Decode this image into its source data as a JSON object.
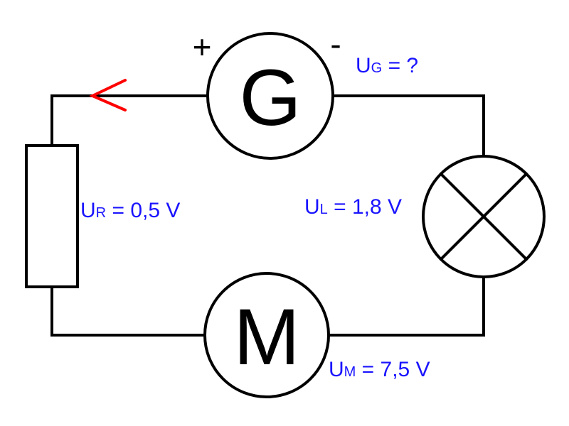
{
  "generator": {
    "symbol": "G",
    "plus_sign": "+",
    "minus_sign": "-",
    "label_main": "U",
    "label_sub": "G",
    "label_value": " = ?"
  },
  "motor": {
    "symbol": "M",
    "label_main": "U",
    "label_sub": "M",
    "label_value": " = 7,5 V"
  },
  "lamp": {
    "label_main": "U",
    "label_sub": "L",
    "label_value": " = 1,8 V"
  },
  "resistor": {
    "label_main": "U",
    "label_sub": "R",
    "label_value": " = 0,5 V"
  },
  "colors": {
    "wire": "#000000",
    "label_text": "#1a14ff",
    "current_arrow": "#ff0000"
  },
  "icons": {
    "current_direction": "current-direction-arrow-icon",
    "lamp": "lamp-cross-icon"
  }
}
